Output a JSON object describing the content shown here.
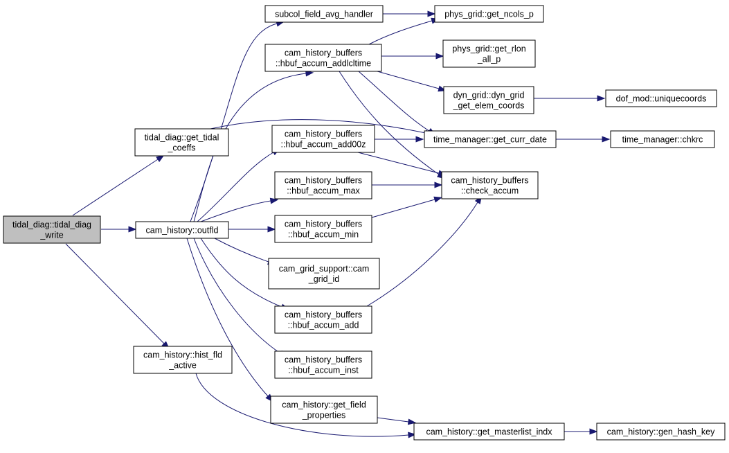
{
  "colors": {
    "edge": "#191970",
    "root_fill": "#bfbfbf",
    "node_fill": "#ffffff",
    "border": "#000000"
  },
  "nodes": {
    "tidal_write": [
      "tidal_diag::tidal_diag",
      "_write"
    ],
    "tidal_coeffs": [
      "tidal_diag::get_tidal",
      "_coeffs"
    ],
    "outfld": [
      "cam_history::outfld"
    ],
    "hist_fld_active": [
      "cam_history::hist_fld",
      "_active"
    ],
    "subcol_avg": [
      "subcol_field_avg_handler"
    ],
    "addlcltime": [
      "cam_history_buffers",
      "::hbuf_accum_addlcltime"
    ],
    "add00z": [
      "cam_history_buffers",
      "::hbuf_accum_add00z"
    ],
    "accum_max": [
      "cam_history_buffers",
      "::hbuf_accum_max"
    ],
    "accum_min": [
      "cam_history_buffers",
      "::hbuf_accum_min"
    ],
    "grid_id": [
      "cam_grid_support::cam",
      "_grid_id"
    ],
    "accum_add": [
      "cam_history_buffers",
      "::hbuf_accum_add"
    ],
    "accum_inst": [
      "cam_history_buffers",
      "::hbuf_accum_inst"
    ],
    "field_props": [
      "cam_history::get_field",
      "_properties"
    ],
    "ncols": [
      "phys_grid::get_ncols_p"
    ],
    "rlon": [
      "phys_grid::get_rlon",
      "_all_p"
    ],
    "elem_coords": [
      "dyn_grid::dyn_grid",
      "_get_elem_coords"
    ],
    "curr_date": [
      "time_manager::get_curr_date"
    ],
    "check_accum": [
      "cam_history_buffers",
      "::check_accum"
    ],
    "masterlist": [
      "cam_history::get_masterlist_indx"
    ],
    "uniquecoords": [
      "dof_mod::uniquecoords"
    ],
    "chkrc": [
      "time_manager::chkrc"
    ],
    "hash_key": [
      "cam_history::gen_hash_key"
    ]
  }
}
